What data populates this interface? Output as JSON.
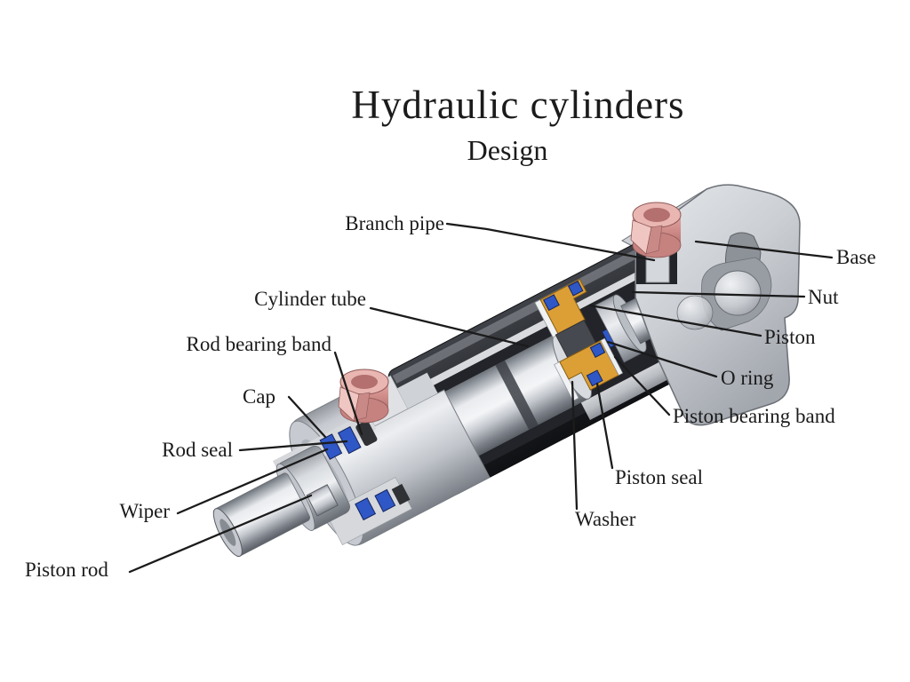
{
  "title": "Hydraulic cylinders",
  "subtitle": "Design",
  "diagram": {
    "type": "labeled-cutaway-diagram",
    "subject": "hydraulic cylinder design cross-section",
    "labels": [
      {
        "text": "Branch pipe"
      },
      {
        "text": "Base"
      },
      {
        "text": "Nut"
      },
      {
        "text": "Piston"
      },
      {
        "text": "O ring"
      },
      {
        "text": "Piston bearing band"
      },
      {
        "text": "Piston seal"
      },
      {
        "text": "Washer"
      },
      {
        "text": "Cylinder tube"
      },
      {
        "text": "Rod bearing band"
      },
      {
        "text": "Cap"
      },
      {
        "text": "Rod seal"
      },
      {
        "text": "Wiper"
      },
      {
        "text": "Piston rod"
      }
    ],
    "colors": {
      "background": "#ffffff",
      "text": "#1b1b1b",
      "leader_line": "#1b1b1b",
      "metal_light": "#d9dbdf",
      "metal_dark": "#222428",
      "chrome_highlight": "#f4f5f7",
      "branch_pipe_pink": "#d28f8c",
      "piston_seal_orange": "#dc9f36",
      "seal_blue": "#2f57c5",
      "washer_white": "#f1f2f4"
    }
  }
}
